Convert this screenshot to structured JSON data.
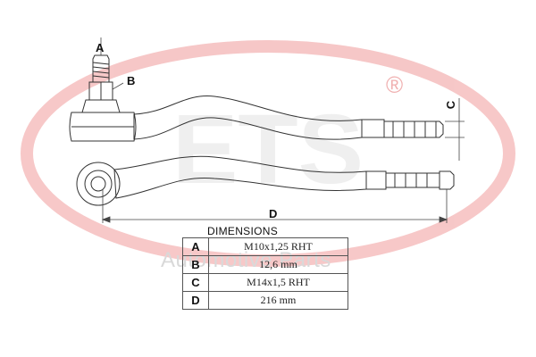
{
  "brand": {
    "logo_text": "ETS",
    "registered_mark": "®",
    "watermark_text": "Automotive Parts",
    "logo_color": "#e23a3a"
  },
  "labels": {
    "a": "A",
    "b": "B",
    "c": "C",
    "d": "D"
  },
  "dimensions": {
    "title": "DIMENSIONS",
    "rows": [
      {
        "key": "A",
        "value": "M10x1,25 RHT"
      },
      {
        "key": "B",
        "value": "12,6 mm"
      },
      {
        "key": "C",
        "value": "M14x1,5 RHT"
      },
      {
        "key": "D",
        "value": "216 mm"
      }
    ]
  }
}
